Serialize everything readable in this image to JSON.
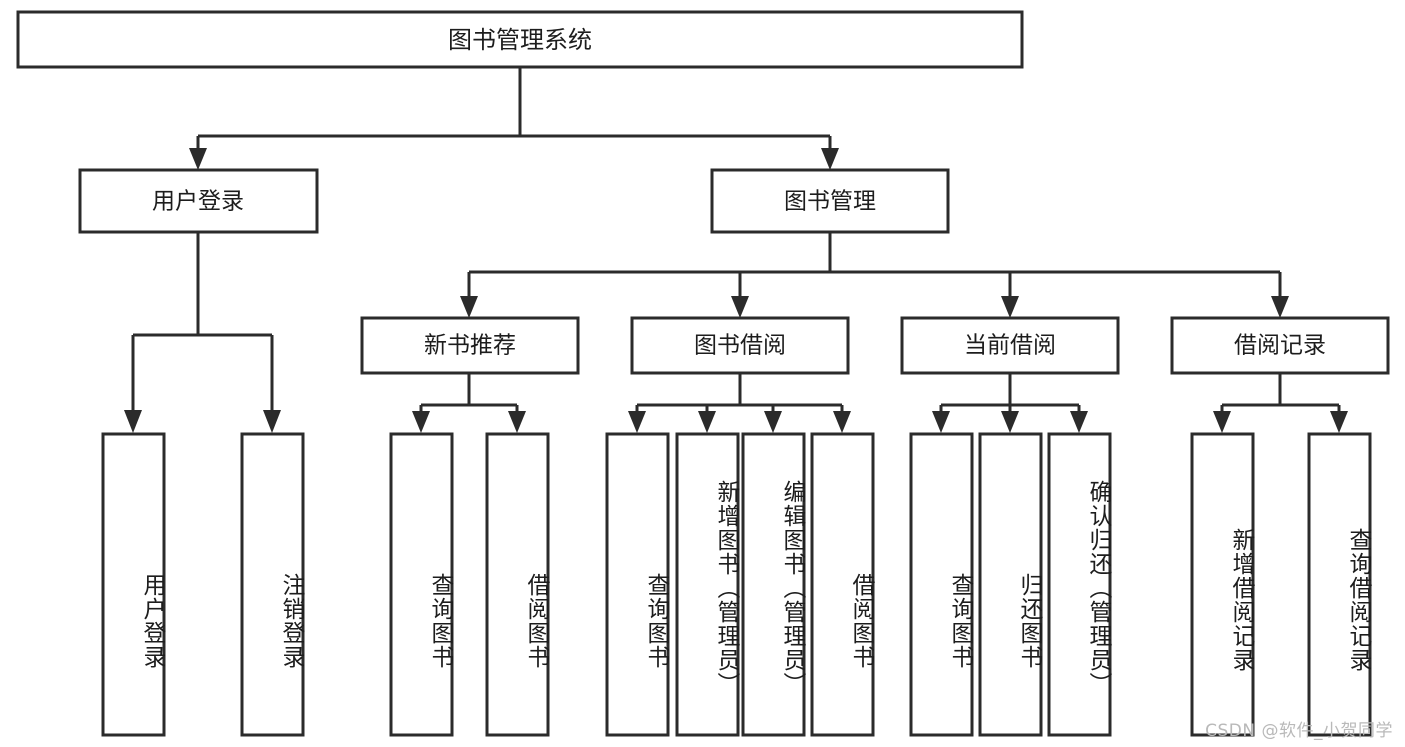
{
  "diagram": {
    "title": "图书管理系统",
    "type": "tree-hierarchy-chart",
    "watermark": "CSDN @软件_小贺同学",
    "root": {
      "label": "图书管理系统"
    },
    "level2": [
      {
        "label": "用户登录"
      },
      {
        "label": "图书管理"
      }
    ],
    "level3": [
      {
        "label": "新书推荐"
      },
      {
        "label": "图书借阅"
      },
      {
        "label": "当前借阅"
      },
      {
        "label": "借阅记录"
      }
    ],
    "leaves": {
      "user_login": [
        {
          "label": "用户登录"
        },
        {
          "label": "注销登录"
        }
      ],
      "new_book_recommend": [
        {
          "label": "查询图书"
        },
        {
          "label": "借阅图书"
        }
      ],
      "book_borrow": [
        {
          "label": "查询图书"
        },
        {
          "label": "新增图书（管理员）"
        },
        {
          "label": "编辑图书（管理员）"
        },
        {
          "label": "借阅图书"
        }
      ],
      "current_borrow": [
        {
          "label": "查询图书"
        },
        {
          "label": "归还图书"
        },
        {
          "label": "确认归还（管理员）"
        }
      ],
      "borrow_record": [
        {
          "label": "新增借阅记录"
        },
        {
          "label": "查询借阅记录"
        }
      ]
    },
    "colors": {
      "stroke": "#2b2b2b",
      "fill": "#ffffff",
      "text": "#1d1d1d",
      "watermark": "#b9b9b9"
    }
  }
}
